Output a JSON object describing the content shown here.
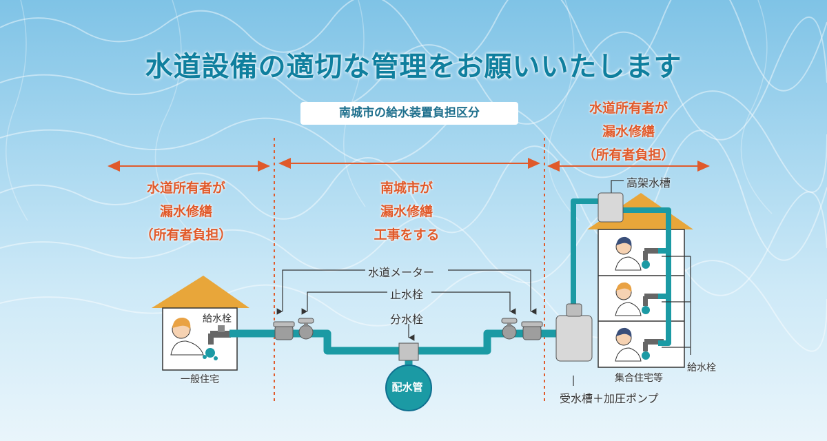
{
  "title": "水道設備の適切な管理をお願いいたします",
  "header_badge": "南城市の給水装置負担区分",
  "zones": {
    "left": {
      "line1": "水道所有者が",
      "line2": "漏水修繕",
      "line3": "（所有者負担）"
    },
    "middle": {
      "line1": "南城市が",
      "line2": "漏水修繕",
      "line3": "工事をする"
    },
    "right": {
      "line1": "水道所有者が",
      "line2": "漏水修繕",
      "line3": "（所有者負担）"
    }
  },
  "labels": {
    "meter": "水道メーター",
    "stop_valve": "止水栓",
    "branch_valve": "分水栓",
    "main_pipe": "配水管",
    "faucet_left": "給水栓",
    "general_house": "一般住宅",
    "elevated_tank": "高架水槽",
    "faucet_right": "給水栓",
    "apartment": "集合住宅等",
    "receiving_tank": "受水槽＋加圧ポンプ"
  },
  "colors": {
    "title": "#0f7f9e",
    "accent_red": "#e05a2b",
    "pipe": "#1b9aa4",
    "pipe_dark": "#0f6f9a",
    "roof": "#e8a63a"
  }
}
